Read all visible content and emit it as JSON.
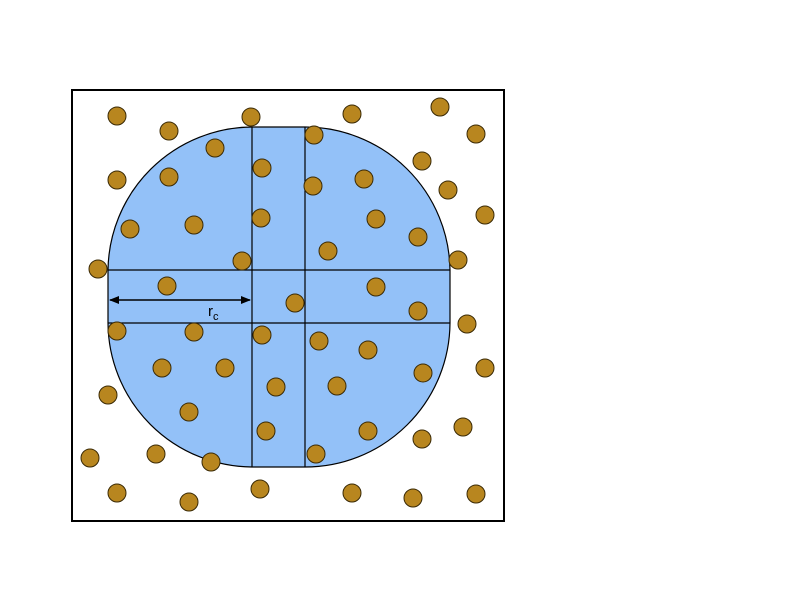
{
  "diagram": {
    "colors": {
      "region_fill": "#93c1f8",
      "region_stroke": "#000000",
      "particle_fill": "#b8861f",
      "particle_stroke": "#3a2a06",
      "box_stroke": "#000000",
      "background": "#ffffff"
    },
    "radius_label": {
      "main": "r",
      "sub": "c"
    },
    "particles": [
      {
        "id": 1
      },
      {
        "id": 2
      },
      {
        "id": 3
      },
      {
        "id": 4
      },
      {
        "id": 5
      },
      {
        "id": 6
      },
      {
        "id": 7
      },
      {
        "id": 8
      },
      {
        "id": 9
      },
      {
        "id": 10
      },
      {
        "id": 11
      },
      {
        "id": 12
      },
      {
        "id": 13
      },
      {
        "id": 14
      },
      {
        "id": 15
      },
      {
        "id": 16
      },
      {
        "id": 17
      },
      {
        "id": 18
      },
      {
        "id": 19
      },
      {
        "id": 20
      },
      {
        "id": 21
      },
      {
        "id": 22
      },
      {
        "id": 23
      },
      {
        "id": 24
      },
      {
        "id": 25
      },
      {
        "id": 26
      },
      {
        "id": 27
      },
      {
        "id": 28
      },
      {
        "id": 29
      },
      {
        "id": 30
      },
      {
        "id": 31
      },
      {
        "id": 32
      },
      {
        "id": 33
      },
      {
        "id": 34
      },
      {
        "id": 35
      },
      {
        "id": 36
      },
      {
        "id": 37
      },
      {
        "id": 38
      },
      {
        "id": 39
      },
      {
        "id": 40
      },
      {
        "id": 41
      },
      {
        "id": 42
      },
      {
        "id": 43
      },
      {
        "id": 44
      },
      {
        "id": 45
      },
      {
        "id": 46
      },
      {
        "id": 47
      },
      {
        "id": 48
      },
      {
        "id": 49
      },
      {
        "id": 50
      },
      {
        "id": 51
      },
      {
        "id": 52
      },
      {
        "id": 53
      },
      {
        "id": 54
      },
      {
        "id": 55
      },
      {
        "id": 56
      },
      {
        "id": 57
      }
    ]
  }
}
